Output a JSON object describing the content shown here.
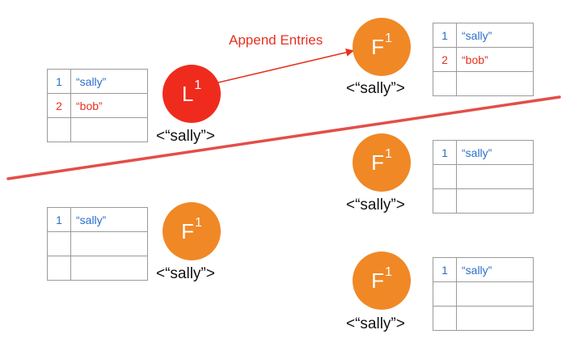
{
  "colors": {
    "leader": "#ef2b1e",
    "follower": "#f08826",
    "partition_line": "#e03b35",
    "committed_text": "#2a6fcb",
    "uncommitted_text": "#e8301e"
  },
  "arrow_label": "Append Entries",
  "nodes": [
    {
      "role": "leader",
      "letter": "L",
      "term": "1",
      "state": "<“sally”>",
      "log": [
        {
          "term": "1",
          "value": "“sally”",
          "status": "committed"
        },
        {
          "term": "2",
          "value": "“bob”",
          "status": "uncommitted"
        },
        {
          "term": "",
          "value": "",
          "status": "empty"
        }
      ]
    },
    {
      "role": "follower",
      "letter": "F",
      "term": "1",
      "state": "<“sally”>",
      "log": [
        {
          "term": "1",
          "value": "“sally”",
          "status": "committed"
        },
        {
          "term": "2",
          "value": "“bob”",
          "status": "uncommitted"
        },
        {
          "term": "",
          "value": "",
          "status": "empty"
        }
      ]
    },
    {
      "role": "follower",
      "letter": "F",
      "term": "1",
      "state": "<“sally”>",
      "log": [
        {
          "term": "1",
          "value": "“sally”",
          "status": "committed"
        },
        {
          "term": "",
          "value": "",
          "status": "empty"
        },
        {
          "term": "",
          "value": "",
          "status": "empty"
        }
      ]
    },
    {
      "role": "follower",
      "letter": "F",
      "term": "1",
      "state": "<“sally”>",
      "log": [
        {
          "term": "1",
          "value": "“sally”",
          "status": "committed"
        },
        {
          "term": "",
          "value": "",
          "status": "empty"
        },
        {
          "term": "",
          "value": "",
          "status": "empty"
        }
      ]
    },
    {
      "role": "follower",
      "letter": "F",
      "term": "1",
      "state": "<“sally”>",
      "log": [
        {
          "term": "1",
          "value": "“sally”",
          "status": "committed"
        },
        {
          "term": "",
          "value": "",
          "status": "empty"
        },
        {
          "term": "",
          "value": "",
          "status": "empty"
        }
      ]
    }
  ]
}
